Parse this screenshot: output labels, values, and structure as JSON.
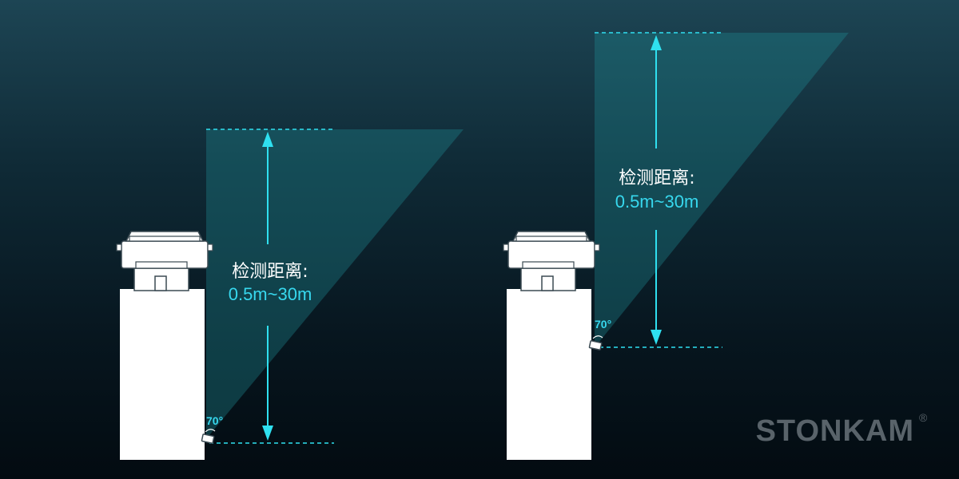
{
  "colors": {
    "accent": "#2fe0f0",
    "range_text": "#37d8ee",
    "beam_fill": "#1f8c96",
    "vehicle_fill": "#ffffff",
    "vehicle_stroke": "#3b4a52",
    "brand": "#59636a"
  },
  "diagrams": [
    {
      "label_line1": "检测距离:",
      "label_line2": "0.5m~30m",
      "angle": "70°",
      "mount": "low"
    },
    {
      "label_line1": "检测距离:",
      "label_line2": "0.5m~30m",
      "angle": "70°",
      "mount": "high"
    }
  ],
  "brand": {
    "name": "STONKAM",
    "registered_mark": "®"
  },
  "icons": {
    "vehicle": "truck-rear-icon",
    "sensor": "radar-sensor-icon",
    "arrow": "double-arrow-icon"
  }
}
